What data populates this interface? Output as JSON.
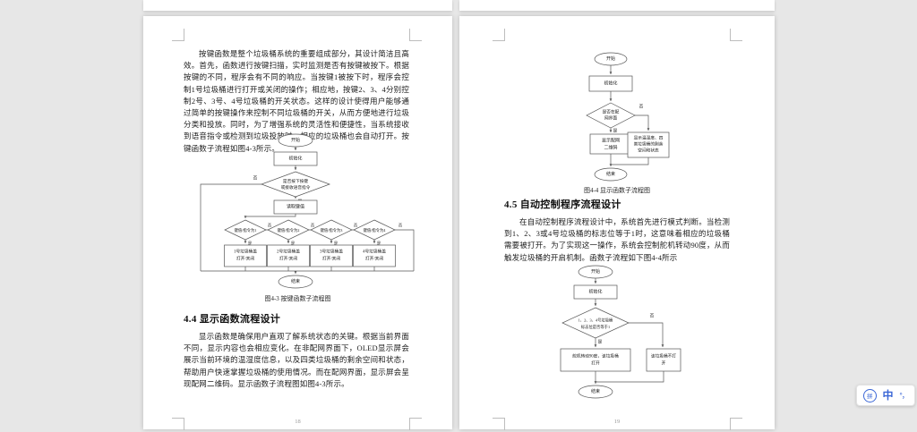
{
  "doc": {
    "left": {
      "p1": "按键函数是整个垃圾桶系统的重要组成部分，其设计简洁且高效。首先，函数进行按键扫描，实时监测是否有按键被按下。根据按键的不同，程序会有不同的响应。当按键1被按下时，程序会控制1号垃圾桶进行打开或关闭的操作；相应地，按键2、3、4分别控制2号、3号、4号垃圾桶的开关状态。这样的设计使得用户能够通过简单的按键操作来控制不同垃圾桶的开关，从而方便地进行垃圾分类和投放。同时，为了增强系统的灵活性和便捷性，当系统接收到语音指令或检测到垃圾投放时，相应的垃圾桶也会自动打开。按键函数子流程如图4-3所示。",
      "fig43": {
        "start": "开始",
        "init": "初始化",
        "cond": [
          "是否按下按键",
          "或接收语音指令"
        ],
        "yes": "是",
        "no": "否",
        "read": "读取键值",
        "branches": [
          {
            "cond": "键值/指令为1",
            "action": [
              "1号垃圾桶盖",
              "打开/关闭"
            ]
          },
          {
            "cond": "键值/指令为2",
            "action": [
              "2号垃圾桶盖",
              "打开/关闭"
            ]
          },
          {
            "cond": "键值/指令为3",
            "action": [
              "3号垃圾桶盖",
              "打开/关闭"
            ]
          },
          {
            "cond": "键值/指令为4",
            "action": [
              "4号垃圾桶盖",
              "打开/关闭"
            ]
          }
        ],
        "end": "结束",
        "caption": "图4-3  按键函数子流程图"
      },
      "h44": "4.4  显示函数流程设计",
      "p2": "显示函数是确保用户直观了解系统状态的关键。根据当前界面不同，显示内容也会相应变化。在非配网界面下，OLED显示屏会展示当前环境的温湿度信息，以及四类垃圾桶的剩余空间和状态，帮助用户快速掌握垃圾桶的使用情况。而在配网界面，显示屏会呈现配网二维码。显示函数子流程图如图4-3所示。",
      "page_number": "18"
    },
    "right": {
      "fig44": {
        "start": "开始",
        "init": "初始化",
        "cond": [
          "是否在配",
          "网界面"
        ],
        "yes": "是",
        "no": "否",
        "yes_action": [
          "显示配网",
          "二维码"
        ],
        "no_action": [
          "显示温湿度、四",
          "类垃圾桶的剩余",
          "空间和状态"
        ],
        "end": "结束",
        "caption": "图4-4  显示函数子流程图"
      },
      "h45": "4.5  自动控制程序流程设计",
      "p3": "在自动控制程序流程设计中，系统首先进行模式判断。当检测到1、2、3或4号垃圾桶的标志位等于1时，这意味着相应的垃圾桶需要被打开。为了实现这一操作，系统会控制舵机转动90度，从而触发垃圾桶的开启机制。函数子流程如下图4-4所示",
      "fig45": {
        "start": "开始",
        "init": "初始化",
        "cond": [
          "1、2、3、4号垃圾桶",
          "标志位是否等于1"
        ],
        "yes": "是",
        "no": "否",
        "yes_action": [
          "舵机转动90度，该垃圾桶",
          "打开"
        ],
        "no_action": [
          "该垃圾桶不打",
          "开"
        ],
        "end": "结束"
      },
      "page_number": "19"
    }
  },
  "ime": {
    "pinyin_icon": "拼",
    "mode": "中",
    "punct": "°，"
  },
  "colors": {
    "accent_blue": "#3a66d6",
    "canvas_gray": "#e7e7e7"
  }
}
